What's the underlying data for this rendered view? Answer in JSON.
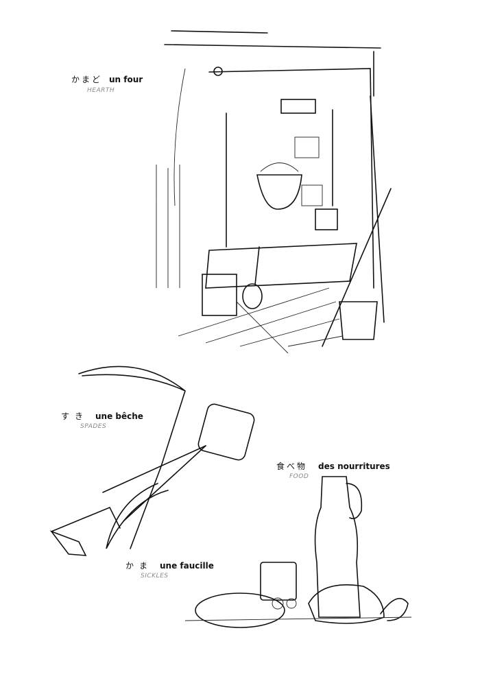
{
  "entries": [
    {
      "japanese": "かまど",
      "french": "un four",
      "english": "HEARTH"
    },
    {
      "japanese": "すき",
      "french": "une bêche",
      "english": "SPADES"
    },
    {
      "japanese": "食べ物",
      "french": "des nourritures",
      "english": "FOOD"
    },
    {
      "japanese": "かま",
      "french": "une faucille",
      "english": "SICKLES"
    }
  ]
}
